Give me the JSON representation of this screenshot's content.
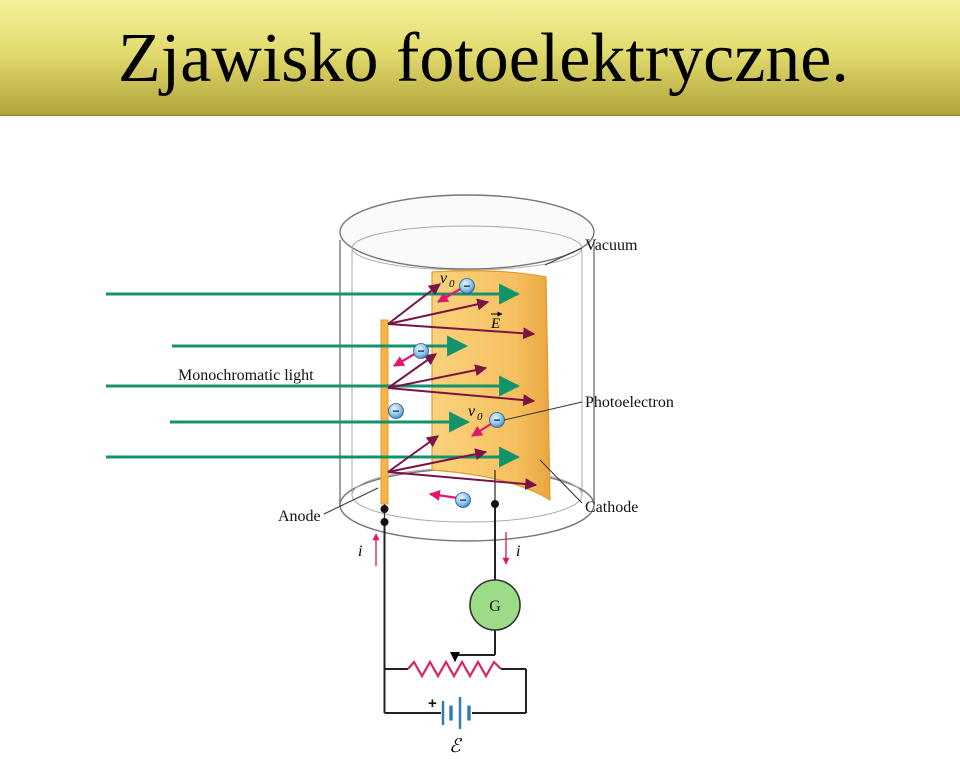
{
  "slide": {
    "title": "Zjawisko fotoelektryczne."
  },
  "diagram": {
    "labels": {
      "vacuum": "Vacuum",
      "monochromatic_light": "Monochromatic light",
      "photoelectron": "Photoelectron",
      "anode": "Anode",
      "cathode": "Cathode",
      "galvanometer": "G",
      "current_left": "i",
      "current_right": "i",
      "velocity_top": "v",
      "velocity_mid": "v",
      "velocity_subscript": "0",
      "field": "E",
      "emf": "ℰ",
      "battery_plus": "+",
      "electron_sign": "−"
    },
    "colors": {
      "light_ray": "#13936b",
      "electron_path": "#7a1446",
      "electron_velocity": "#e1166c",
      "cathode_fill": "#f6c060",
      "cathode_edge": "#e39a2b",
      "galvanometer_fill": "#9ddc86",
      "resistor": "#d8246a",
      "battery": "#2d7fb8",
      "wire": "#222222"
    }
  }
}
